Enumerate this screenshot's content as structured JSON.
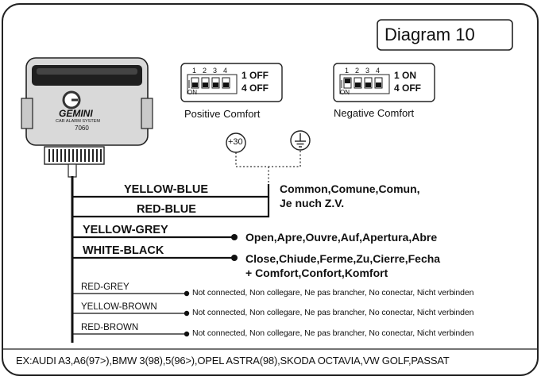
{
  "diagram": {
    "title": "Diagram 10",
    "device": {
      "brand": "GEMINI",
      "subtitle": "CAR ALARM SYSTEM",
      "model": "7060"
    },
    "dip_switches": [
      {
        "label": "Positive Comfort",
        "numbers": [
          "1",
          "2",
          "3",
          "4"
        ],
        "on_label": "ON",
        "state_line1": "1 OFF",
        "state_line2": "4 OFF"
      },
      {
        "label": "Negative Comfort",
        "numbers": [
          "1",
          "2",
          "3",
          "4"
        ],
        "on_label": "ON",
        "state_line1": "1 ON",
        "state_line2": "4 OFF"
      }
    ],
    "terminals": [
      {
        "label": "+30"
      },
      {
        "label": "ground"
      }
    ],
    "wires": [
      {
        "name": "YELLOW-BLUE"
      },
      {
        "name": "RED-BLUE"
      },
      {
        "name": "YELLOW-GREY"
      },
      {
        "name": "WHITE-BLACK"
      },
      {
        "name": "RED-GREY"
      },
      {
        "name": "YELLOW-BROWN"
      },
      {
        "name": "RED-BROWN"
      }
    ],
    "functions": {
      "common_line1": "Common,Comune,Comun,",
      "common_line2": "Je nuch Z.V.",
      "open": "Open,Apre,Ouvre,Auf,Apertura,Abre",
      "close_line1": "Close,Chiude,Ferme,Zu,Cierre,Fecha",
      "close_line2": "+  Comfort,Confort,Komfort",
      "not_connected": "Not connected, Non collegare, Ne pas brancher, No conectar, Nicht verbinden"
    },
    "footer": "EX:AUDI A3,A6(97>),BMW 3(98),5(96>),OPEL ASTRA(98),SKODA OCTAVIA,VW GOLF,PASSAT"
  }
}
